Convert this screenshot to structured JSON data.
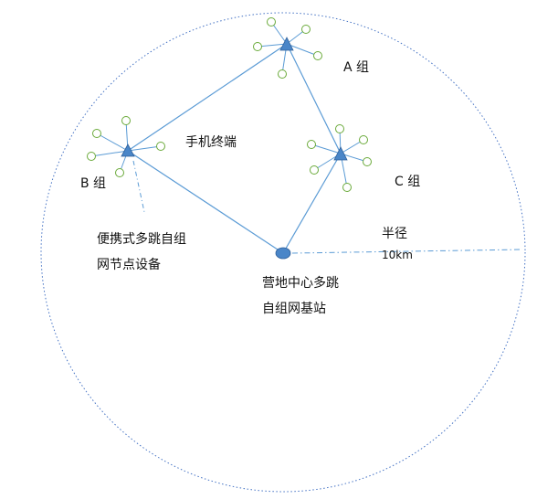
{
  "labels": {
    "group_a": "A 组",
    "group_b": "B 组",
    "group_c": "C 组",
    "phone_terminal": "手机终端",
    "portable_device": "便携式多跳自组\n网节点设备",
    "radius": "半径",
    "radius_value": "10km",
    "base_station": "营地中心多跳\n自组网基站"
  },
  "colors": {
    "line": "#5b9bd5",
    "node_fill": "#4a86c8",
    "terminal_stroke": "#6aaa3a",
    "circle_stroke": "#4472c4"
  }
}
